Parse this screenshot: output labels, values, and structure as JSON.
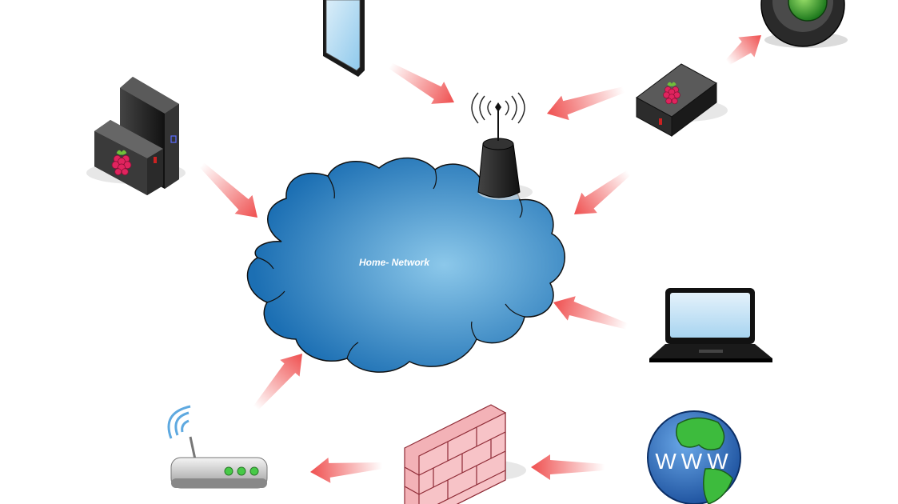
{
  "diagram": {
    "center": {
      "label": "Home- Network"
    },
    "nodes": [
      {
        "id": "tablet",
        "icon": "tablet-icon"
      },
      {
        "id": "antenna",
        "icon": "antenna-icon"
      },
      {
        "id": "webcam",
        "icon": "webcam-icon"
      },
      {
        "id": "raspberry-pi-servers",
        "icon": "raspberry-pi-server-icon"
      },
      {
        "id": "raspberry-pi-box",
        "icon": "raspberry-pi-box-icon"
      },
      {
        "id": "laptop",
        "icon": "laptop-icon"
      },
      {
        "id": "router",
        "icon": "wifi-router-icon"
      },
      {
        "id": "firewall",
        "icon": "firewall-icon"
      },
      {
        "id": "internet",
        "icon": "globe-icon",
        "label": "WWW"
      }
    ],
    "connections": [
      {
        "from": "tablet",
        "to": "antenna"
      },
      {
        "from": "raspberry-pi-box",
        "to": "antenna"
      },
      {
        "from": "raspberry-pi-box",
        "to": "webcam"
      },
      {
        "from": "raspberry-pi-servers",
        "to": "home-network"
      },
      {
        "from": "raspberry-pi-box",
        "to": "home-network"
      },
      {
        "from": "laptop",
        "to": "home-network"
      },
      {
        "from": "router",
        "to": "home-network"
      },
      {
        "from": "firewall",
        "to": "router"
      },
      {
        "from": "internet",
        "to": "firewall"
      }
    ]
  },
  "colors": {
    "cloud_light": "#8cc8ea",
    "cloud_dark": "#1c6fb3",
    "arrow": "#ef4f4f",
    "raspberry": "#e0245e",
    "leaf": "#3dbb3d",
    "brick": "#f3b2b7"
  }
}
